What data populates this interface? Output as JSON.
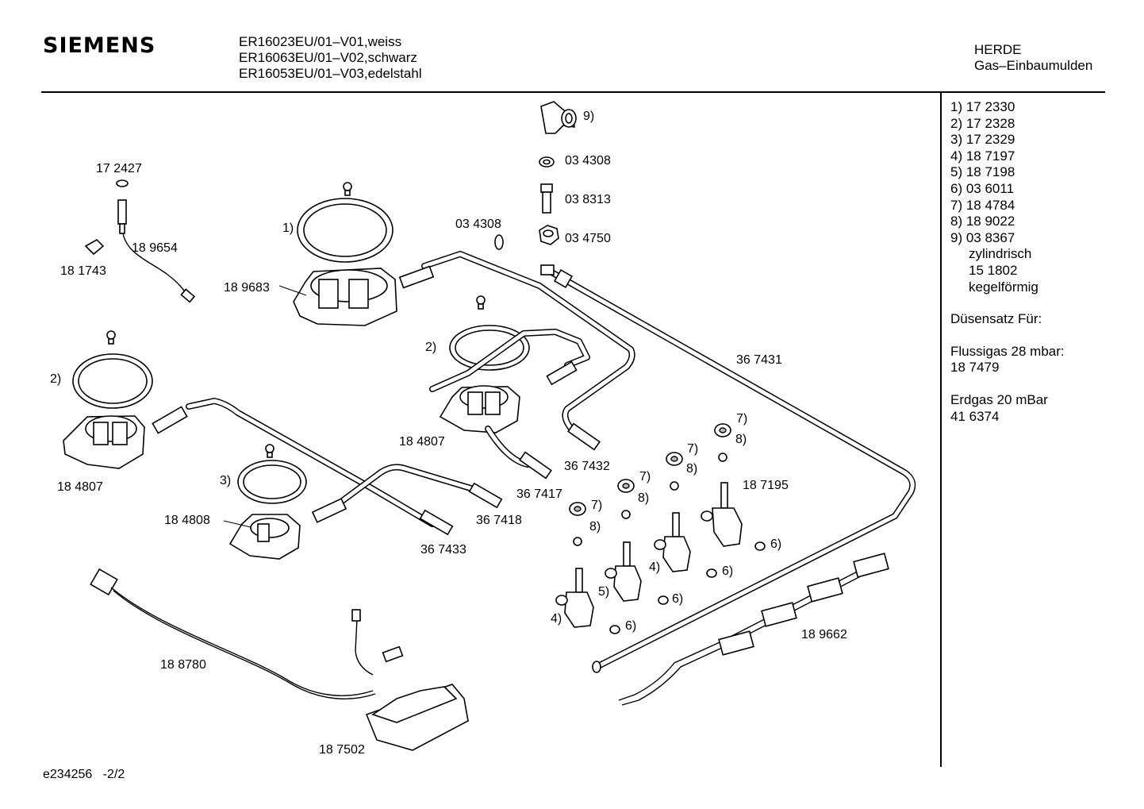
{
  "header": {
    "brand": "SIEMENS",
    "models": [
      "ER16023EU/01–V01,weiss",
      "ER16063EU/01–V02,schwarz",
      "ER16053EU/01–V03,edelstahl"
    ],
    "category": [
      "HERDE",
      "Gas–Einbaumulden"
    ]
  },
  "legend": {
    "items": [
      "1) 17 2330",
      "2) 17 2328",
      "3) 17 2329",
      "4) 18 7197",
      "5) 18 7198",
      "6) 03 6011",
      "7) 18 4784",
      "8) 18 9022",
      "9) 03 8367"
    ],
    "sub": [
      "zylindrisch",
      "15 1802",
      "kegelförmig"
    ],
    "nozzle_title": "Düsensatz Für:",
    "lpg_label": "Flussigas 28 mbar:",
    "lpg_value": "18 7479",
    "natgas_label": "Erdgas 20 mBar",
    "natgas_value": "41 6374"
  },
  "labels": {
    "p172427": "17 2427",
    "p189654": "18 9654",
    "p181743": "18 1743",
    "r1": "1)",
    "p189683": "18 9683",
    "r2a": "2)",
    "p184807a": "18 4807",
    "r2b": "2)",
    "p184807b": "18 4807",
    "r3": "3)",
    "p184808": "18 4808",
    "r9": "9)",
    "p034308a": "03 4308",
    "p038313": "03 8313",
    "p034308b": "03 4308",
    "p034750": "03 4750",
    "p367431": "36 7431",
    "p367432": "36 7432",
    "p367417": "36 7417",
    "p367418": "36 7418",
    "p367433": "36 7433",
    "p187195": "18 7195",
    "p189662": "18 9662",
    "p188780": "18 8780",
    "p187502": "18 7502",
    "r7a": "7)",
    "r8a": "8)",
    "r7b": "7)",
    "r8b": "8)",
    "r7c": "7)",
    "r8c": "8)",
    "r7d": "7)",
    "r8d": "8)",
    "r4a": "4)",
    "r5": "5)",
    "r4b": "4)",
    "r6a": "6)",
    "r6b": "6)",
    "r6c": "6)",
    "r6d": "6)"
  },
  "footer": {
    "drawing_id": "e234256",
    "page": "-2/2"
  }
}
